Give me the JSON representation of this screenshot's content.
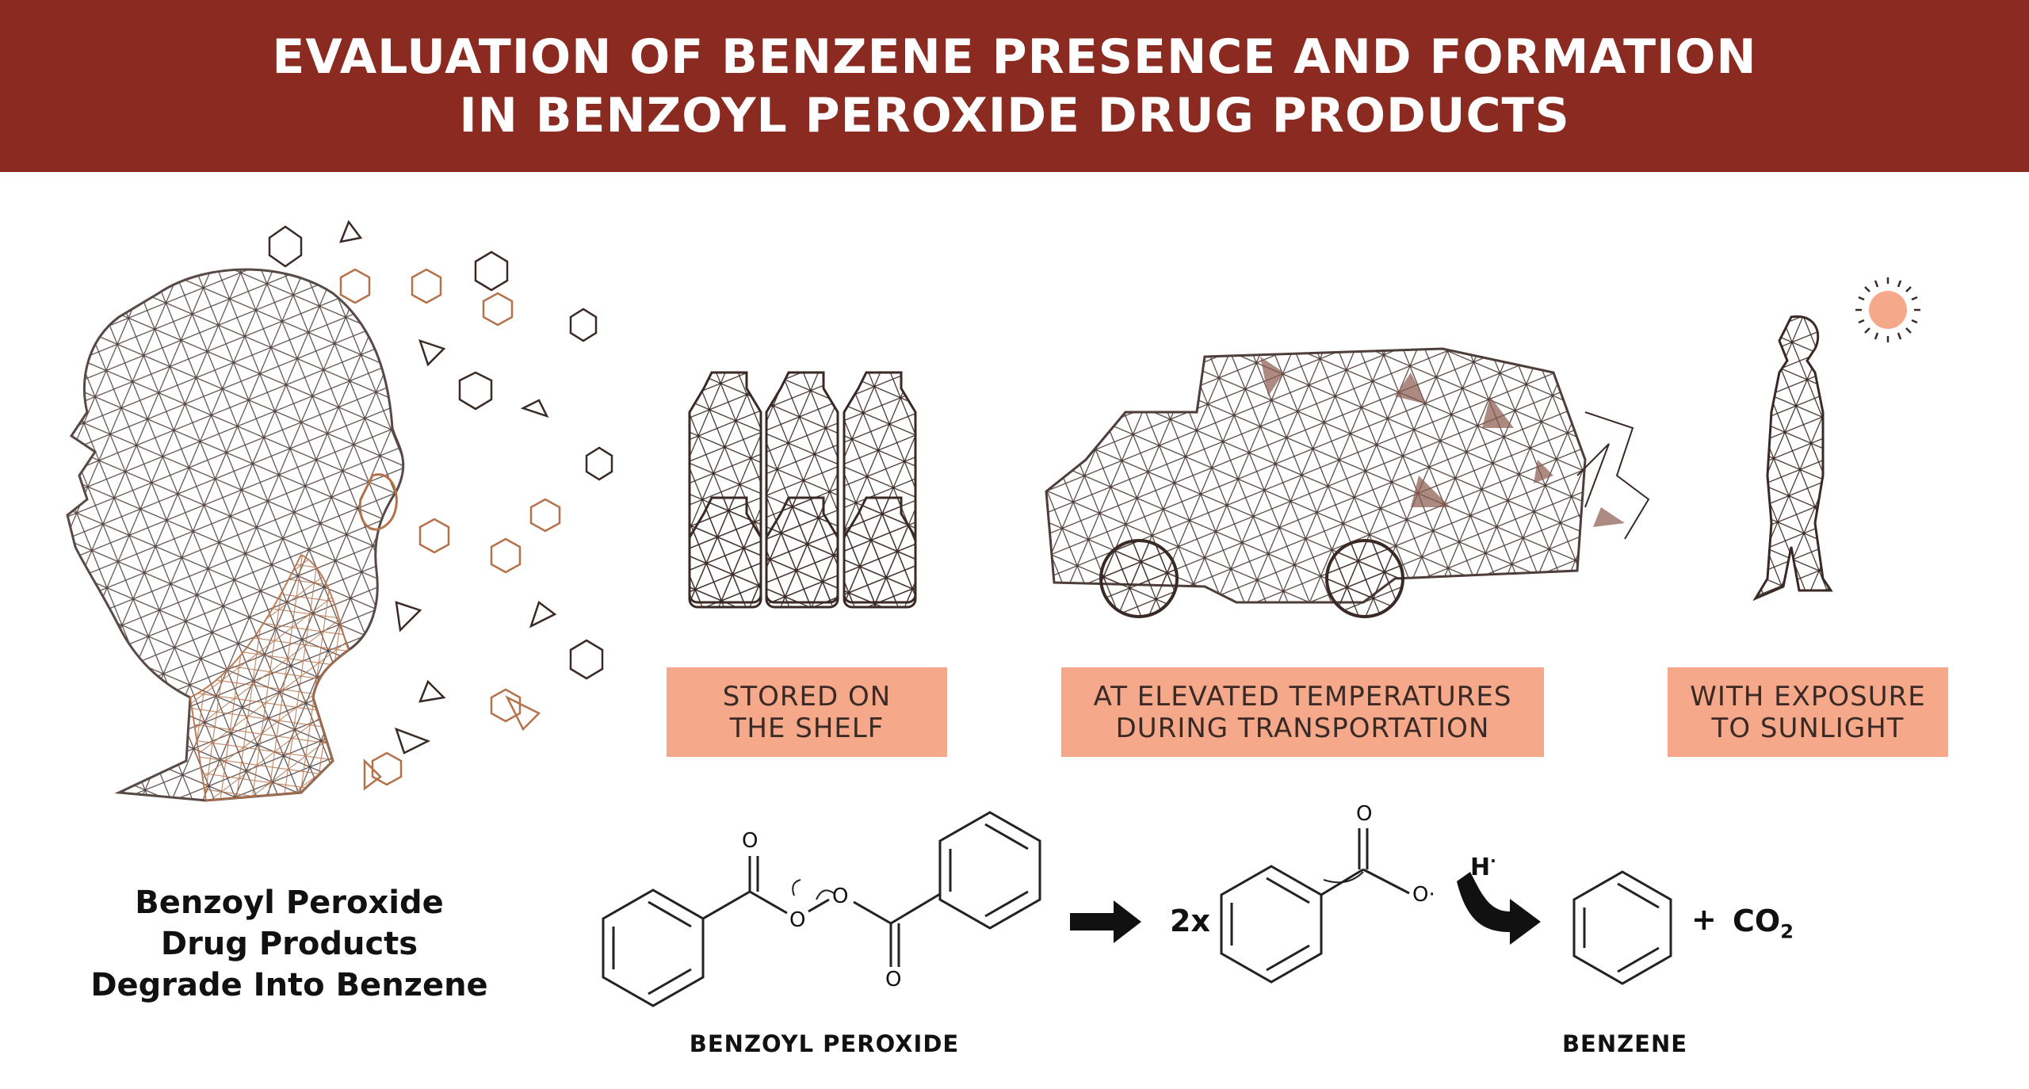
{
  "header": {
    "title_line1": "EVALUATION OF BENZENE PRESENCE AND FORMATION",
    "title_line2": "IN BENZOYL PEROXIDE DRUG PRODUCTS"
  },
  "conditions": [
    {
      "line1": "STORED ON",
      "line2": "THE SHELF"
    },
    {
      "line1": "AT ELEVATED TEMPERATURES",
      "line2": "DURING TRANSPORTATION"
    },
    {
      "line1": "WITH EXPOSURE",
      "line2": "TO SUNLIGHT"
    }
  ],
  "head_caption": {
    "line1": "Benzoyl Peroxide",
    "line2": "Drug Products",
    "line3": "Degrade Into Benzene"
  },
  "reaction": {
    "reactant_name": "BENZOYL PEROXIDE",
    "product_name": "BENZENE",
    "coefficient": "2x",
    "hydrogen_atom": "H",
    "plus": "+",
    "co2_main": "CO",
    "co2_sub": "2",
    "atom_o": "O",
    "radical_o": "O·"
  },
  "colors": {
    "banner": "#8a2a20",
    "label_box": "#f5a98a",
    "sun": "#f5a98a",
    "line_art_dark": "#3a2a26",
    "line_art_copper": "#b5724a"
  },
  "icons": [
    "polygon-head-icon",
    "vial-icon",
    "truck-icon",
    "walking-person-icon",
    "sun-icon",
    "right-arrow-icon"
  ]
}
